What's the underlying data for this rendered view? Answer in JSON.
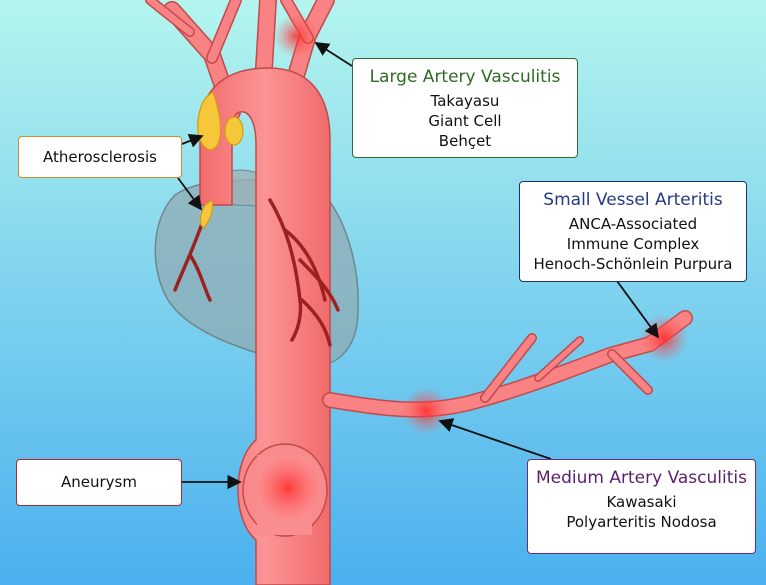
{
  "labels": {
    "large": {
      "title": "Large Artery Vasculitis",
      "items": [
        "Takayasu",
        "Giant Cell",
        "Behçet"
      ]
    },
    "small": {
      "title": "Small Vessel Arteritis",
      "items": [
        "ANCA-Associated",
        "Immune Complex",
        "Henoch-Schönlein Purpura"
      ]
    },
    "medium": {
      "title": "Medium Artery Vasculitis",
      "items": [
        "Kawasaki",
        "Polyarteritis Nodosa"
      ]
    },
    "atherosclerosis": "Atherosclerosis",
    "aneurysm": "Aneurysm"
  },
  "colors": {
    "background_top": "#aef3ec",
    "background_bottom": "#4fb6ee",
    "artery": "#f97f80",
    "artery_edge": "#c24a4a",
    "plaque": "#f6c73a",
    "heart": "#8fa5ad",
    "inflammation": "#ff3b3b",
    "large_accent": "#2e6b22",
    "small_accent": "#233a86",
    "medium_accent": "#5b1f6e",
    "atherosclerosis_accent": "#d58a2e",
    "aneurysm_accent": "#a92c2c"
  }
}
